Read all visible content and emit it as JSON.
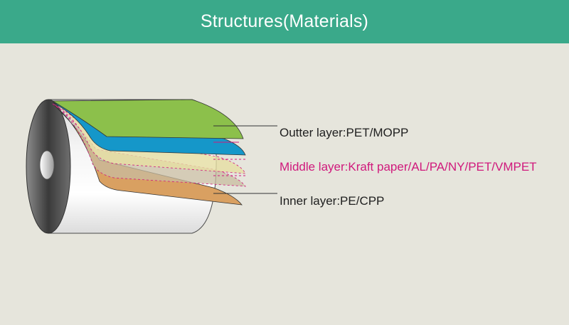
{
  "header": {
    "title": "Structures(Materials)",
    "background": "#3aa98a"
  },
  "layers": {
    "outer": {
      "label": "Outter layer:PET/MOPP",
      "color": "#8cc04b",
      "label_color": "#1f1f1f"
    },
    "second": {
      "color": "#1597c9"
    },
    "middle": {
      "label": "Middle layer:Kraft paper/AL/PA/NY/PET/VMPET",
      "color": "#e6dfa2",
      "label_color": "#d0197c"
    },
    "inner": {
      "label": "Inner layer:PE/CPP",
      "color": "#d9a061",
      "label_color": "#1f1f1f"
    }
  },
  "roll": {
    "icon": "film-roll-icon"
  }
}
